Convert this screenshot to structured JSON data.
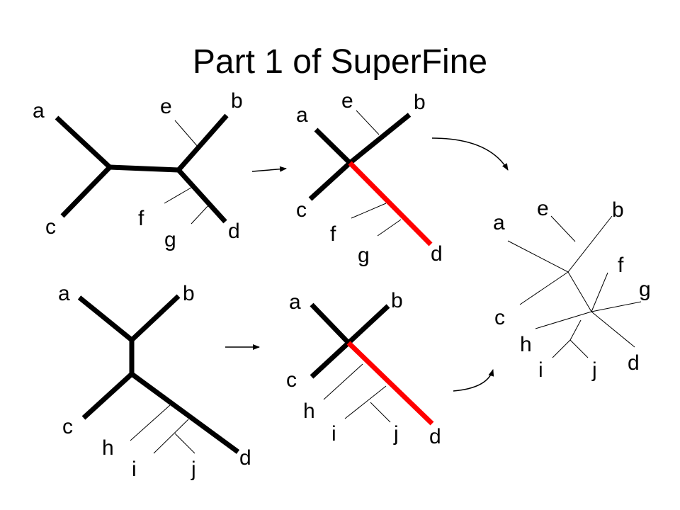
{
  "title": "Part 1 of SuperFine",
  "colors": {
    "ink": "#000000",
    "highlight": "#ff0000",
    "background": "#ffffff"
  },
  "trees": {
    "top_input": {
      "labels": [
        "a",
        "e",
        "b",
        "c",
        "f",
        "g",
        "d"
      ]
    },
    "top_collapsed": {
      "labels": [
        "e",
        "b",
        "a",
        "c",
        "f",
        "g",
        "d"
      ]
    },
    "bottom_input": {
      "labels": [
        "a",
        "b",
        "c",
        "h",
        "i",
        "j",
        "d"
      ]
    },
    "bottom_collapsed": {
      "labels": [
        "a",
        "b",
        "c",
        "h",
        "i",
        "j",
        "d"
      ]
    },
    "merged": {
      "labels": [
        "e",
        "b",
        "a",
        "f",
        "g",
        "c",
        "h",
        "d",
        "i",
        "j"
      ]
    }
  }
}
